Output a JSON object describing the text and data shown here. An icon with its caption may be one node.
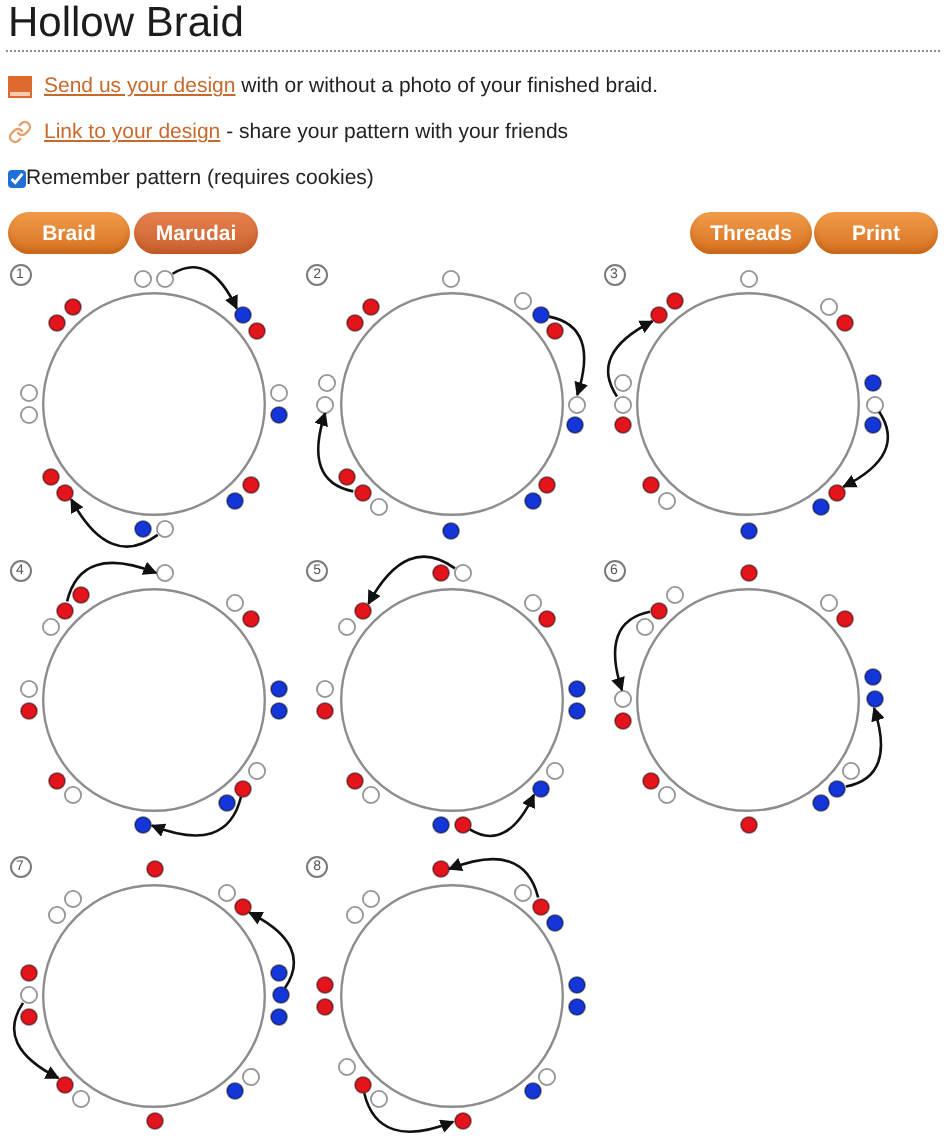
{
  "diagram": {
    "title": "Hollow Braid",
    "nodes": [
      {
        "text": [
          "Braid"
        ]
      },
      {
        "text": [
          "Marudai"
        ]
      },
      {
        "text": [
          "Threads"
        ]
      },
      {
        "text": [
          "Print"
        ]
      },
      {
        "text": [
          "1"
        ]
      },
      {
        "text": [],
        "shape": "circle"
      },
      {
        "text": [],
        "shape": "circle"
      },
      {
        "text": [],
        "shape": "circle"
      },
      {
        "text": [],
        "shape": "circle"
      },
      {
        "text": [],
        "shape": "circle"
      },
      {
        "text": [],
        "shape": "circle"
      },
      {
        "text": [],
        "shape": "circle"
      },
      {
        "text": [],
        "shape": "circle"
      },
      {
        "text": [],
        "shape": "circle"
      },
      {
        "text": [],
        "shape": "circle"
      },
      {
        "text": [],
        "shape": "circle"
      },
      {
        "text": [],
        "shape": "circle"
      },
      {
        "text": [],
        "shape": "circle"
      },
      {
        "text": [],
        "shape": "circle"
      },
      {
        "text": [],
        "shape": "circle"
      },
      {
        "text": [],
        "shape": "circle"
      },
      {
        "text": [],
        "shape": "circle"
      },
      {
        "text": [
          "2"
        ]
      },
      {
        "text": [],
        "shape": "circle"
      },
      {
        "text": [],
        "shape": "circle"
      },
      {
        "text": [],
        "shape": "circle"
      },
      {
        "text": [],
        "shape": "circle"
      },
      {
        "text": [],
        "shape": "circle"
      },
      {
        "text": [],
        "shape": "circle"
      },
      {
        "text": [],
        "shape": "circle"
      },
      {
        "text": [],
        "shape": "circle"
      },
      {
        "text": [],
        "shape": "circle"
      },
      {
        "text": [],
        "shape": "circle"
      },
      {
        "text": [],
        "shape": "circle"
      },
      {
        "text": [],
        "shape": "circle"
      },
      {
        "text": [],
        "shape": "circle"
      },
      {
        "text": [],
        "shape": "circle"
      },
      {
        "text": [],
        "shape": "circle"
      },
      {
        "text": [],
        "shape": "circle"
      },
      {
        "text": [],
        "shape": "circle"
      },
      {
        "text": [
          "3"
        ]
      },
      {
        "text": [],
        "shape": "circle"
      },
      {
        "text": [],
        "shape": "circle"
      },
      {
        "text": [],
        "shape": "circle"
      },
      {
        "text": [],
        "shape": "circle"
      },
      {
        "text": [],
        "shape": "circle"
      },
      {
        "text": [],
        "shape": "circle"
      },
      {
        "text": [],
        "shape": "circle"
      },
      {
        "text": [],
        "shape": "circle"
      },
      {
        "text": [],
        "shape": "circle"
      },
      {
        "text": [],
        "shape": "circle"
      },
      {
        "text": [],
        "shape": "circle"
      },
      {
        "text": [],
        "shape": "circle"
      },
      {
        "text": [],
        "shape": "circle"
      },
      {
        "text": [],
        "shape": "circle"
      },
      {
        "text": [],
        "shape": "circle"
      },
      {
        "text": [],
        "shape": "circle"
      },
      {
        "text": [],
        "shape": "circle"
      },
      {
        "text": [
          "4"
        ]
      },
      {
        "text": [],
        "shape": "circle"
      },
      {
        "text": [],
        "shape": "circle"
      },
      {
        "text": [],
        "shape": "circle"
      },
      {
        "text": [],
        "shape": "circle"
      },
      {
        "text": [],
        "shape": "circle"
      },
      {
        "text": [],
        "shape": "circle"
      },
      {
        "text": [],
        "shape": "circle"
      },
      {
        "text": [],
        "shape": "circle"
      },
      {
        "text": [],
        "shape": "circle"
      },
      {
        "text": [],
        "shape": "circle"
      },
      {
        "text": [],
        "shape": "circle"
      },
      {
        "text": [],
        "shape": "circle"
      },
      {
        "text": [],
        "shape": "circle"
      },
      {
        "text": [],
        "shape": "circle"
      },
      {
        "text": [],
        "shape": "circle"
      },
      {
        "text": [],
        "shape": "circle"
      },
      {
        "text": [],
        "shape": "circle"
      },
      {
        "text": [
          "5"
        ]
      },
      {
        "text": [],
        "shape": "circle"
      },
      {
        "text": [],
        "shape": "circle"
      },
      {
        "text": [],
        "shape": "circle"
      },
      {
        "text": [],
        "shape": "circle"
      },
      {
        "text": [],
        "shape": "circle"
      },
      {
        "text": [],
        "shape": "circle"
      },
      {
        "text": [],
        "shape": "circle"
      },
      {
        "text": [],
        "shape": "circle"
      },
      {
        "text": [],
        "shape": "circle"
      },
      {
        "text": [],
        "shape": "circle"
      },
      {
        "text": [],
        "shape": "circle"
      },
      {
        "text": [],
        "shape": "circle"
      },
      {
        "text": [],
        "shape": "circle"
      },
      {
        "text": [],
        "shape": "circle"
      },
      {
        "text": [],
        "shape": "circle"
      },
      {
        "text": [],
        "shape": "circle"
      },
      {
        "text": [],
        "shape": "circle"
      },
      {
        "text": [
          "6"
        ]
      },
      {
        "text": [],
        "shape": "circle"
      },
      {
        "text": [],
        "shape": "circle"
      },
      {
        "text": [],
        "shape": "circle"
      },
      {
        "text": [],
        "shape": "circle"
      },
      {
        "text": [],
        "shape": "circle"
      },
      {
        "text": [],
        "shape": "circle"
      },
      {
        "text": [],
        "shape": "circle"
      },
      {
        "text": [],
        "shape": "circle"
      },
      {
        "text": [],
        "shape": "circle"
      },
      {
        "text": [],
        "shape": "circle"
      },
      {
        "text": [],
        "shape": "circle"
      },
      {
        "text": [],
        "shape": "circle"
      },
      {
        "text": [],
        "shape": "circle"
      },
      {
        "text": [],
        "shape": "circle"
      },
      {
        "text": [],
        "shape": "circle"
      },
      {
        "text": [],
        "shape": "circle"
      },
      {
        "text": [],
        "shape": "circle"
      },
      {
        "text": [
          "7"
        ]
      },
      {
        "text": [],
        "shape": "circle"
      },
      {
        "text": [],
        "shape": "circle"
      },
      {
        "text": [],
        "shape": "circle"
      },
      {
        "text": [],
        "shape": "circle"
      },
      {
        "text": [],
        "shape": "circle"
      },
      {
        "text": [],
        "shape": "circle"
      },
      {
        "text": [],
        "shape": "circle"
      },
      {
        "text": [],
        "shape": "circle"
      },
      {
        "text": [],
        "shape": "circle"
      },
      {
        "text": [],
        "shape": "circle"
      },
      {
        "text": [],
        "shape": "circle"
      },
      {
        "text": [],
        "shape": "circle"
      },
      {
        "text": [],
        "shape": "circle"
      },
      {
        "text": [],
        "shape": "circle"
      },
      {
        "text": [],
        "shape": "circle"
      },
      {
        "text": [],
        "shape": "circle"
      },
      {
        "text": [],
        "shape": "circle"
      },
      {
        "text": [
          "8"
        ]
      },
      {
        "text": [],
        "shape": "circle"
      },
      {
        "text": [],
        "shape": "circle"
      },
      {
        "text": [],
        "shape": "circle"
      },
      {
        "text": [],
        "shape": "circle"
      },
      {
        "text": [],
        "shape": "circle"
      },
      {
        "text": [],
        "shape": "circle"
      },
      {
        "text": [],
        "shape": "circle"
      },
      {
        "text": [],
        "shape": "circle"
      },
      {
        "text": [],
        "shape": "circle"
      },
      {
        "text": [],
        "shape": "circle"
      },
      {
        "text": [],
        "shape": "circle"
      },
      {
        "text": [],
        "shape": "circle"
      },
      {
        "text": [],
        "shape": "circle"
      },
      {
        "text": [],
        "shape": "circle"
      },
      {
        "text": [],
        "shape": "circle"
      },
      {
        "text": [],
        "shape": "circle"
      },
      {
        "text": [],
        "shape": "circle"
      }
    ],
    "edges": [
      {
        "from": 7,
        "to": 8,
        "arrow": "to"
      },
      {
        "from": 14,
        "to": 16,
        "arrow": "to"
      },
      {
        "from": 26,
        "to": 28,
        "arrow": "to"
      },
      {
        "from": 34,
        "to": 36,
        "arrow": "to"
      },
      {
        "from": 54,
        "to": 56,
        "arrow": "to"
      },
      {
        "from": 46,
        "to": 48,
        "arrow": "to"
      },
      {
        "from": 74,
        "to": 60,
        "arrow": "to"
      },
      {
        "from": 66,
        "to": 68,
        "arrow": "to"
      },
      {
        "from": 79,
        "to": 93,
        "arrow": "to"
      },
      {
        "from": 86,
        "to": 85,
        "arrow": "to"
      },
      {
        "from": 110,
        "to": 108,
        "arrow": "to"
      },
      {
        "from": 102,
        "to": 100,
        "arrow": "to"
      },
      {
        "from": 118,
        "to": 116,
        "arrow": "to"
      },
      {
        "from": 126,
        "to": 124,
        "arrow": "to"
      },
      {
        "from": 134,
        "to": 132,
        "arrow": "to"
      },
      {
        "from": 142,
        "to": 140,
        "arrow": "to"
      }
    ],
    "labels": [
      "Send us your design",
      "with or without a photo of your finished braid.",
      "Link to your design",
      "- share your pattern with your friends",
      "Remember pattern (requires cookies)"
    ]
  }
}
